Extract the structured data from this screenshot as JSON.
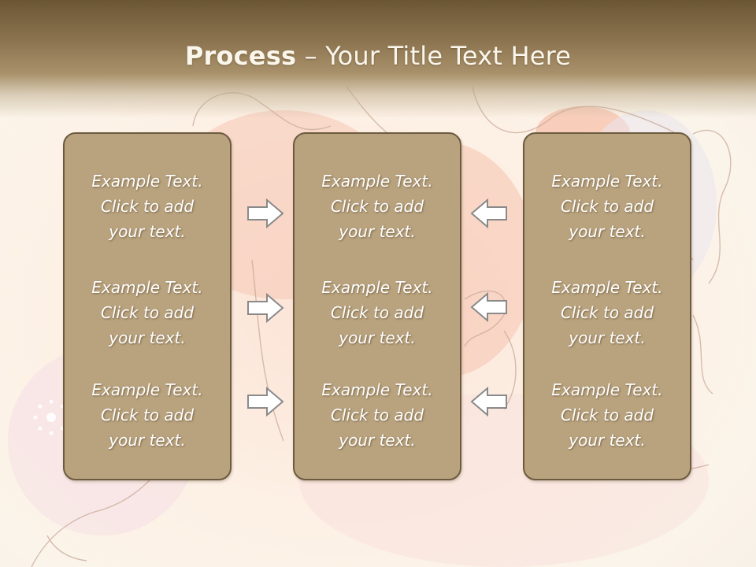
{
  "slide": {
    "title_bold": "Process",
    "title_rest": " – Your Title Text Here"
  },
  "columns": [
    {
      "items": [
        {
          "line1": "Example Text.",
          "line2": "Click  to add",
          "line3": "your text."
        },
        {
          "line1": "Example Text.",
          "line2": "Click  to add",
          "line3": "your text."
        },
        {
          "line1": "Example Text.",
          "line2": "Click  to add",
          "line3": "your text."
        }
      ]
    },
    {
      "items": [
        {
          "line1": "Example Text.",
          "line2": "Click  to add",
          "line3": "your text."
        },
        {
          "line1": "Example Text.",
          "line2": "Click  to add",
          "line3": "your text."
        },
        {
          "line1": "Example Text.",
          "line2": "Click  to add",
          "line3": "your text."
        }
      ]
    },
    {
      "items": [
        {
          "line1": "Example Text.",
          "line2": "Click  to add",
          "line3": "your text."
        },
        {
          "line1": "Example Text.",
          "line2": "Click  to add",
          "line3": "your text."
        },
        {
          "line1": "Example Text.",
          "line2": "Click  to add",
          "line3": "your text."
        }
      ]
    }
  ],
  "arrows": {
    "left_group": "arrow-right-icon",
    "right_group": "arrow-left-icon"
  },
  "colors": {
    "box_fill": "#b9a37f",
    "box_border": "#6d5b3f",
    "header_dark": "#6b5634",
    "text": "#ffffff"
  }
}
